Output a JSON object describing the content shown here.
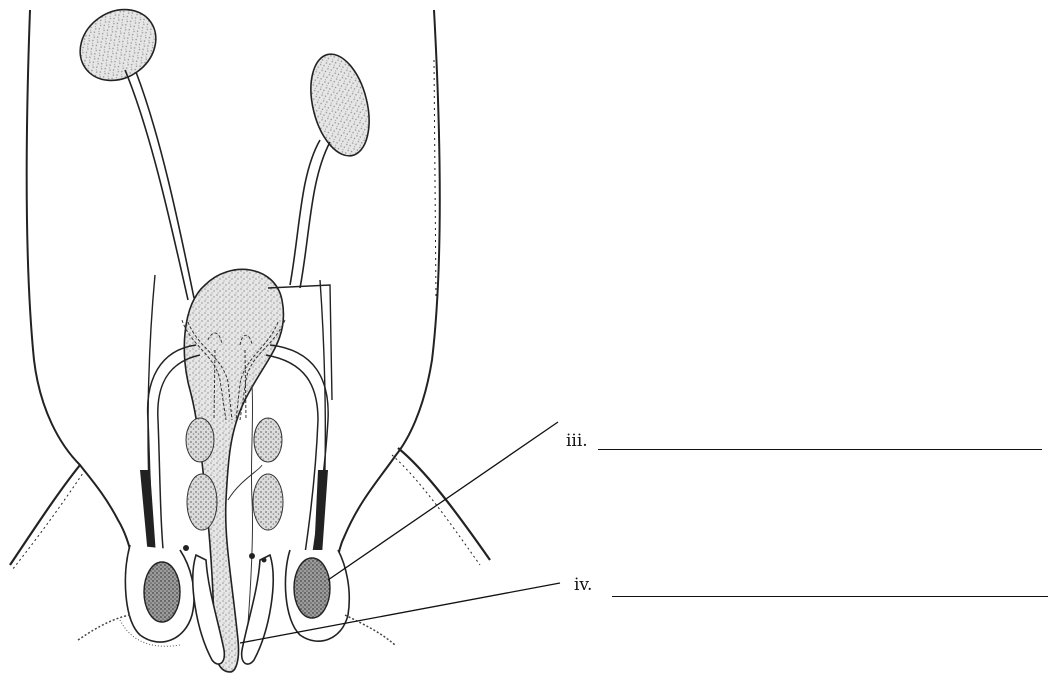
{
  "labels": [
    {
      "id": "iii",
      "text": "iii."
    },
    {
      "id": "iv",
      "text": "iv."
    }
  ],
  "colors": {
    "ink": "#111111",
    "stipple": "#b9b9b9",
    "dark_stipple": "#6f6f6f",
    "background": "#ffffff"
  }
}
